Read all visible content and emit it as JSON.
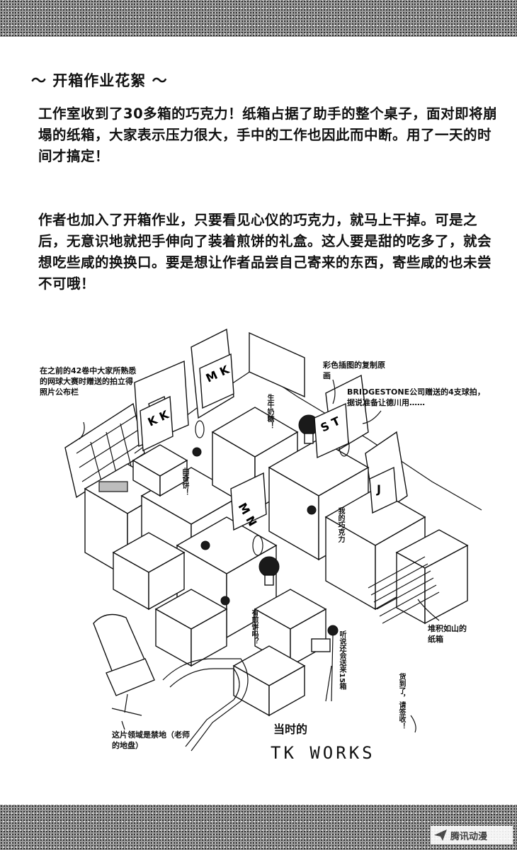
{
  "heading": "～ 开箱作业花絮 ～",
  "paragraphs": [
    "工作室收到了30多箱的巧克力！纸箱占据了助手的整个桌子，面对即将崩塌的纸箱，大家表示压力很大，手中的工作也因此而中断。用了一天的时间才搞定！",
    "作者也加入了开箱作业，只要看见心仪的巧克力，就马上干掉。可是之后，无意识地就把手伸向了装着煎饼的礼盒。这人要是甜的吃多了，就会想吃些咸的换换口。要是想让作者品尝自己寄来的东西，寄些咸的也未尝不可哦！"
  ],
  "illustration": {
    "desk_labels": [
      "K K",
      "M K",
      "S T",
      "M N",
      "J"
    ],
    "annotations": {
      "photo_board": "在之前的42卷中大家所熟悉的网球大赛时赠送的拍立得照片公布栏",
      "color_copies": "彩色插图的复制原画",
      "rackets": "BRIDGESTONE公司赠送的4支球拍，据说准备让德川用……",
      "milk_candy": "生牛奶糖！",
      "cookie": "曲奇饼！",
      "my_chocolate": "我的巧克力",
      "cracker": "有煎饼吗？",
      "more_boxes": "听说还会送来15箱",
      "box_pile": "堆积如山的纸箱",
      "delivered": "货到了，请签收！",
      "forbidden": "这片领域是禁地（老师的地盘）",
      "tkworks_prefix": "当时的",
      "tkworks": "TK WORKS"
    }
  },
  "watermark": "腾讯动漫"
}
